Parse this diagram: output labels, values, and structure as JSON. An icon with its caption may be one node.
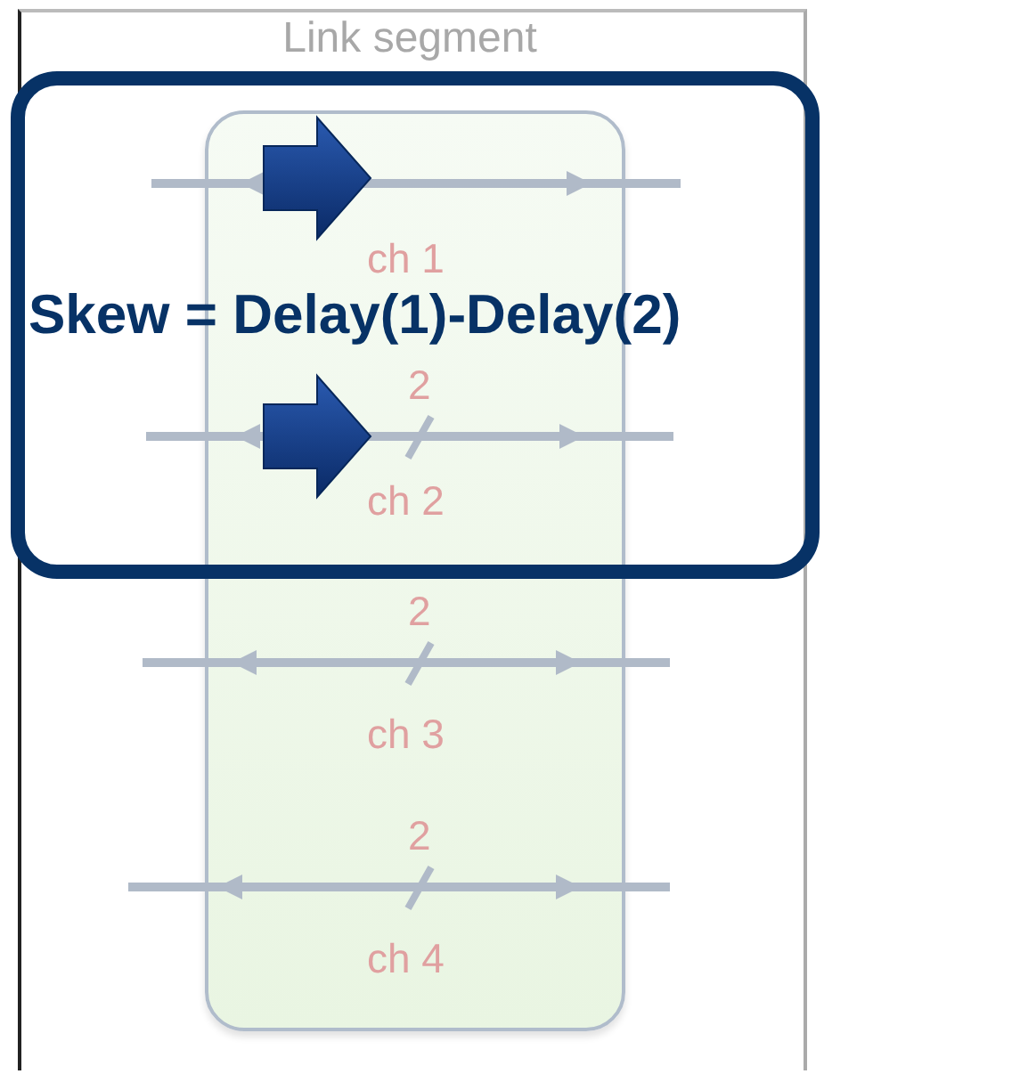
{
  "diagram": {
    "nodes": [
      {
        "text": [
          "Link segment"
        ]
      },
      {
        "text": [
          "Skew = Delay(1)-Delay(2)"
        ]
      }
    ],
    "labels": [
      "ch 1",
      "2",
      "ch 2",
      "2",
      "ch 3",
      "2",
      "ch 4"
    ]
  }
}
